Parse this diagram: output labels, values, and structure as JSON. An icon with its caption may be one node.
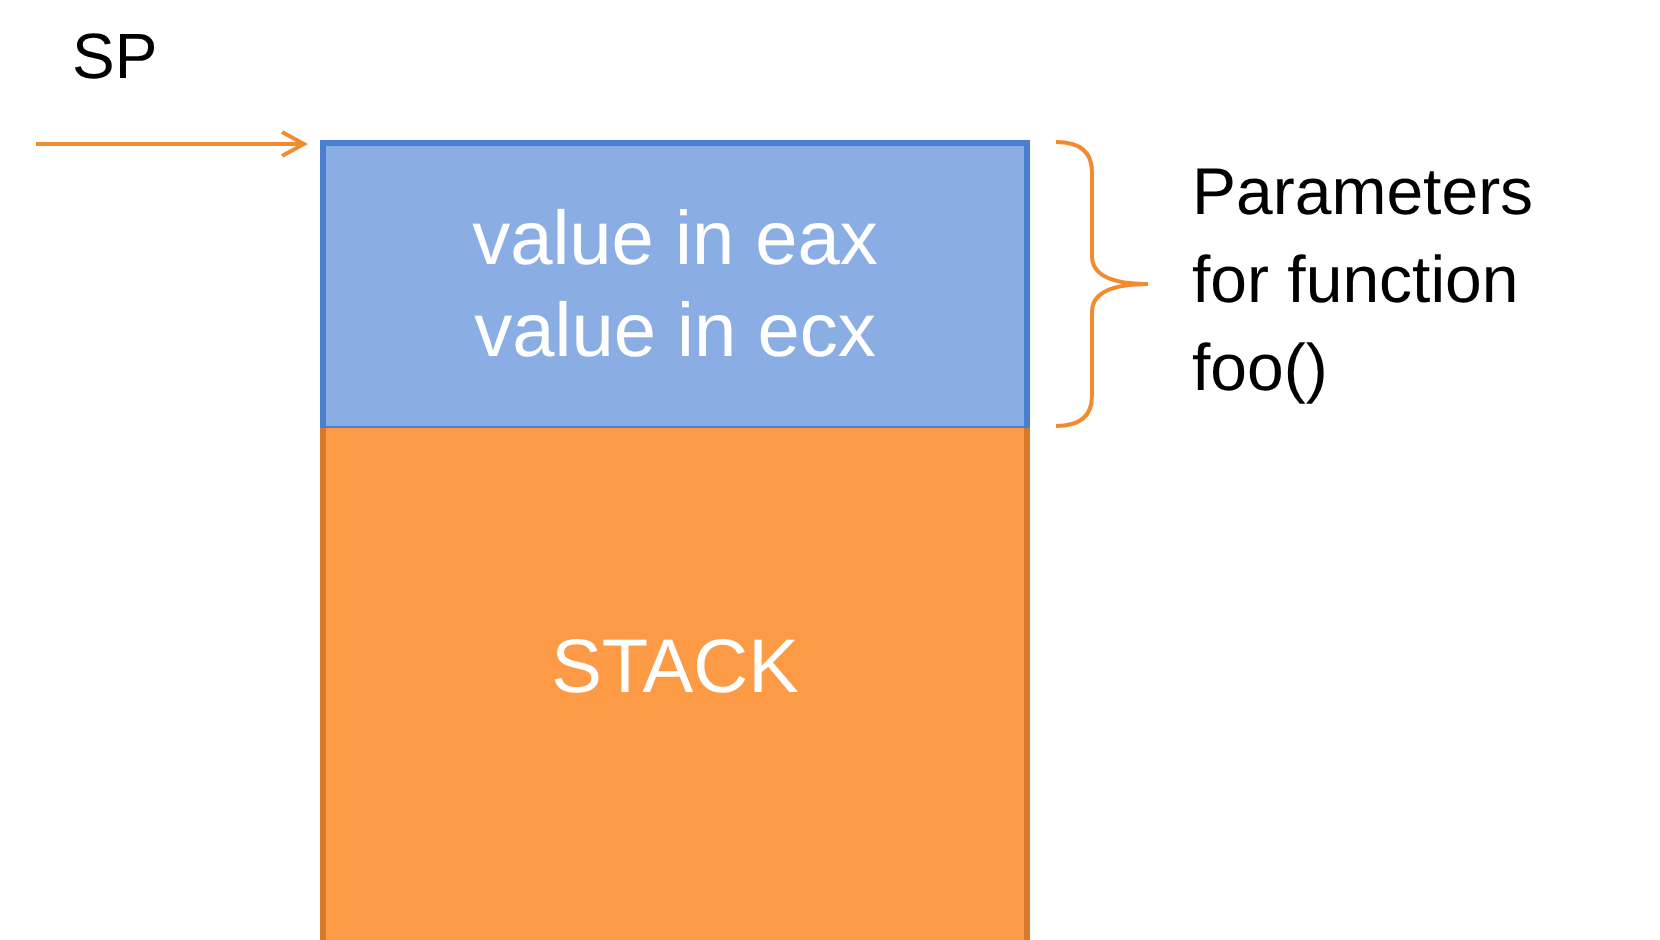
{
  "diagram": {
    "nodes": [
      {
        "text": [
          "SP"
        ]
      },
      {
        "text": [
          "value in eax",
          "value in ecx"
        ]
      },
      {
        "text": [
          "STACK"
        ]
      }
    ],
    "edges": [
      {
        "from": 0,
        "to": 1,
        "arrow": "to",
        "color": "#f28a2e"
      }
    ],
    "labels": [
      "Parameters for function foo()"
    ]
  }
}
